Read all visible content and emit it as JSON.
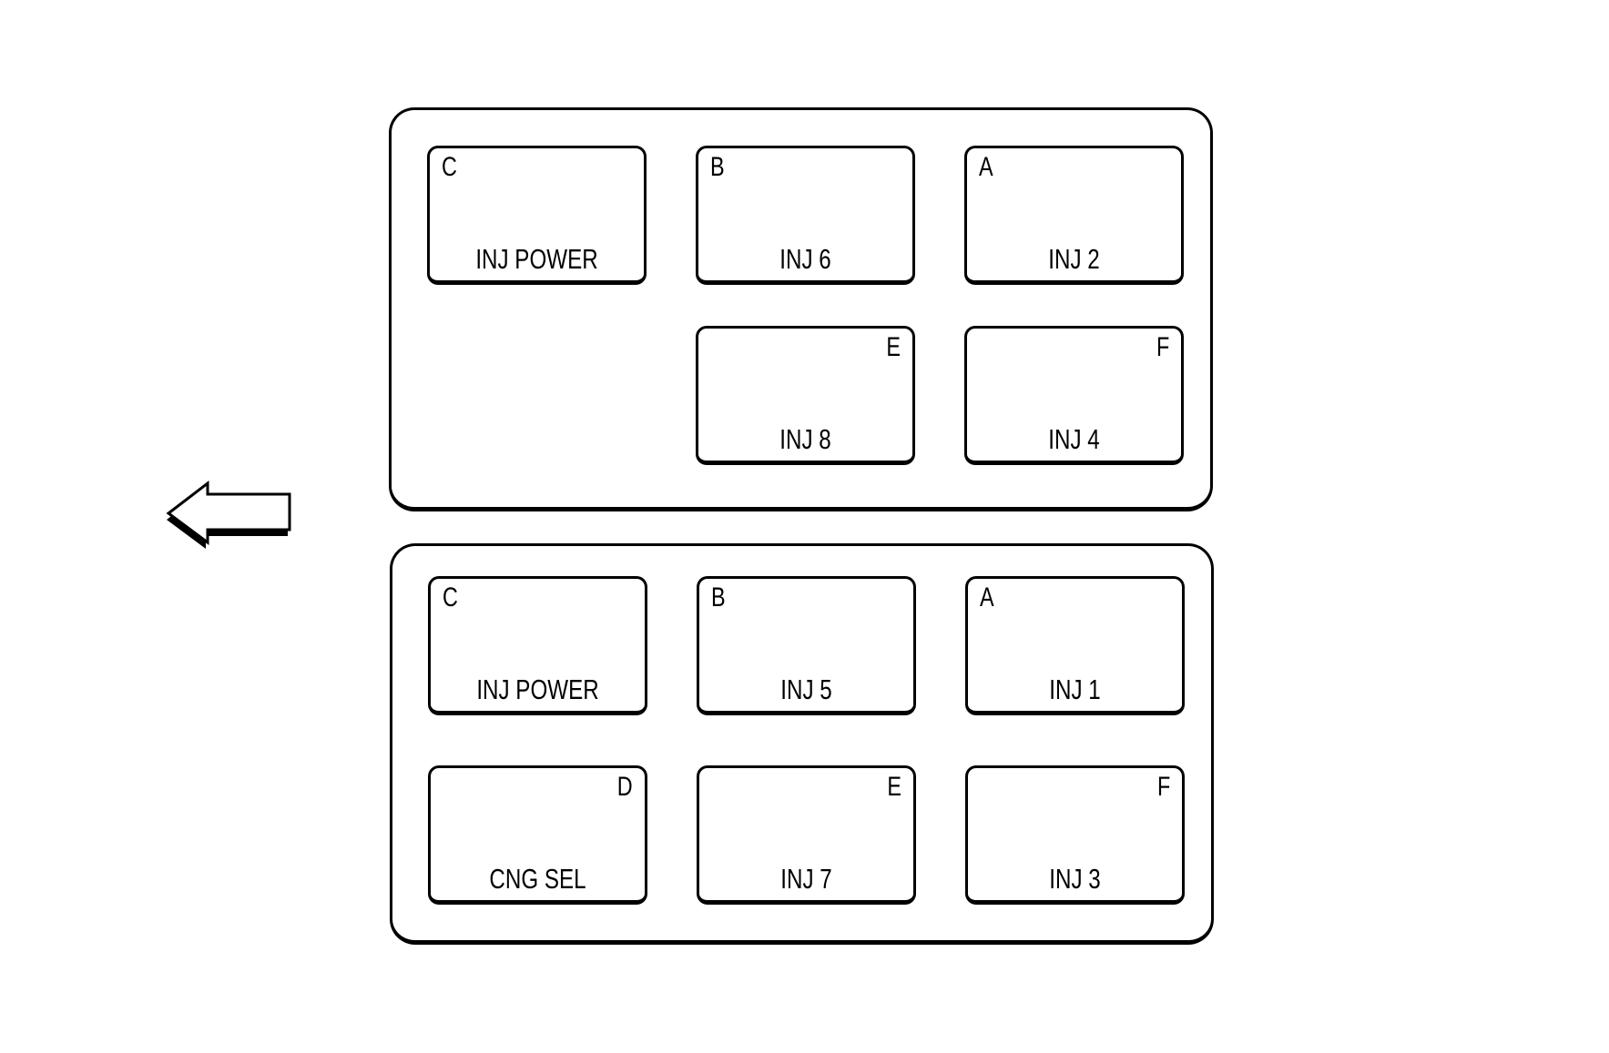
{
  "diagram": {
    "type": "connector-fuse-block-diagram",
    "colors": {
      "ink": "#000000",
      "background": "#ffffff"
    },
    "arrow": {
      "direction": "left"
    },
    "panels": [
      {
        "name": "top-connector",
        "cells": [
          {
            "letter": "C",
            "letter_pos": "tl",
            "label": "INJ POWER",
            "row": 0,
            "col": 0
          },
          {
            "letter": "B",
            "letter_pos": "tl",
            "label": "INJ 6",
            "row": 0,
            "col": 1
          },
          {
            "letter": "A",
            "letter_pos": "tl",
            "label": "INJ 2",
            "row": 0,
            "col": 2
          },
          {
            "letter": "E",
            "letter_pos": "tr",
            "label": "INJ 8",
            "row": 1,
            "col": 1
          },
          {
            "letter": "F",
            "letter_pos": "tr",
            "label": "INJ 4",
            "row": 1,
            "col": 2
          }
        ]
      },
      {
        "name": "bottom-connector",
        "cells": [
          {
            "letter": "C",
            "letter_pos": "tl",
            "label": "INJ POWER",
            "row": 0,
            "col": 0
          },
          {
            "letter": "B",
            "letter_pos": "tl",
            "label": "INJ 5",
            "row": 0,
            "col": 1
          },
          {
            "letter": "A",
            "letter_pos": "tl",
            "label": "INJ 1",
            "row": 0,
            "col": 2
          },
          {
            "letter": "D",
            "letter_pos": "tr",
            "label": "CNG SEL",
            "row": 1,
            "col": 0
          },
          {
            "letter": "E",
            "letter_pos": "tr",
            "label": "INJ 7",
            "row": 1,
            "col": 1
          },
          {
            "letter": "F",
            "letter_pos": "tr",
            "label": "INJ 3",
            "row": 1,
            "col": 2
          }
        ]
      }
    ]
  }
}
